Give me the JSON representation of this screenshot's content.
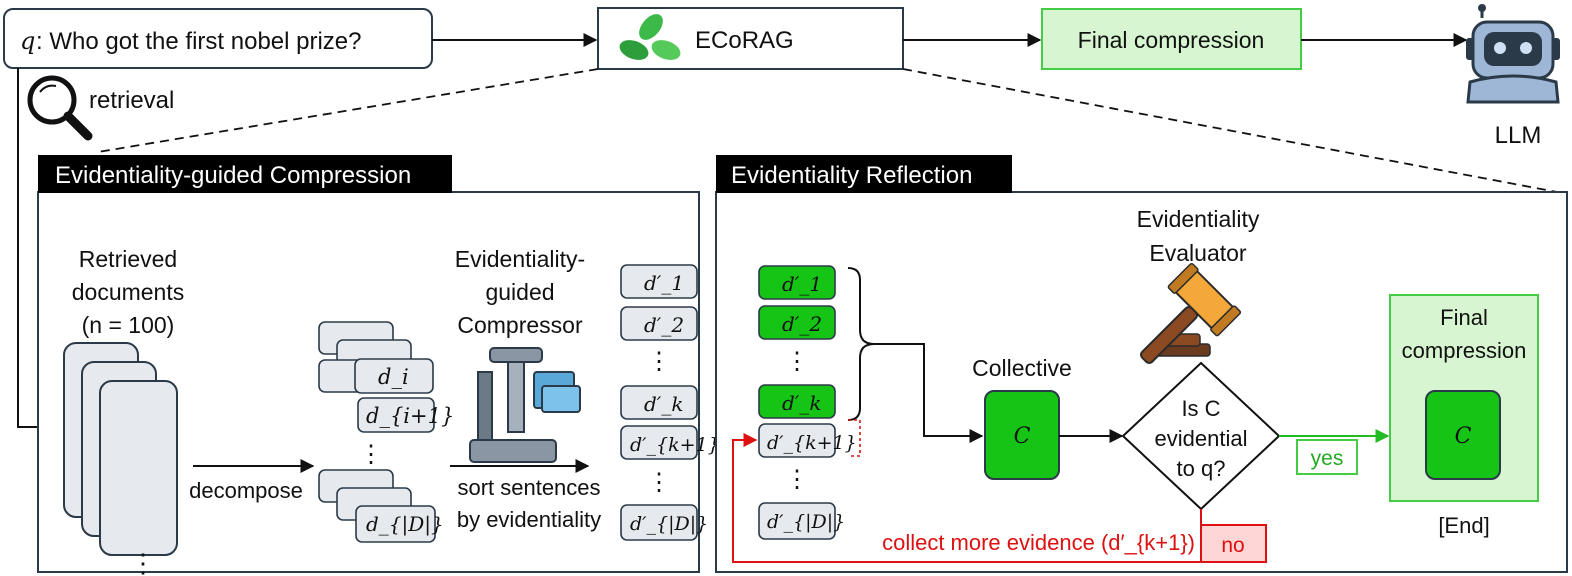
{
  "query": {
    "var": "q",
    "text": ": Who got the first nobel prize?"
  },
  "retrieval": "retrieval",
  "ecorag": "ECoRAG",
  "final_compression_top": "Final compression",
  "llm": "LLM",
  "left_panel": {
    "title": "Evidentiality-guided Compression",
    "retrieved": [
      "Retrieved",
      "documents",
      "(n = 100)"
    ],
    "decompose": "decompose",
    "compressor": [
      "Evidentiality-",
      "guided",
      "Compressor"
    ],
    "sort": [
      "sort sentences",
      "by evidentiality"
    ],
    "sent_labels": [
      "d_i",
      "d_{i+1}",
      "d_{|D|}"
    ],
    "ranked_labels": [
      "d′_1",
      "d′_2",
      "d′_k",
      "d′_{k+1}",
      "d′_{|D|}"
    ],
    "ellipsis": "⋮"
  },
  "right_panel": {
    "title": "Evidentiality Reflection",
    "evaluator": [
      "Evidentiality",
      "Evaluator"
    ],
    "collective": "Collective",
    "c_symbol": "C",
    "diamond": [
      "Is C",
      "evidential",
      "to q?"
    ],
    "yes": "yes",
    "no": "no",
    "collect_more": "collect more evidence (d′_{k+1})",
    "final_box": [
      "Final",
      "compression"
    ],
    "end": "[End]",
    "ranked_labels": [
      "d′_1",
      "d′_2",
      "d′_k",
      "d′_{k+1}",
      "d′_{|D|}"
    ]
  },
  "colors": {
    "green_fill": "#16c416",
    "green_light": "#d7f5d0",
    "green_border": "#44cc44",
    "red": "#dd1111",
    "red_light": "#ffd6d6",
    "gray_fill": "#e6e9ed",
    "panel_border": "#2b3a48"
  }
}
